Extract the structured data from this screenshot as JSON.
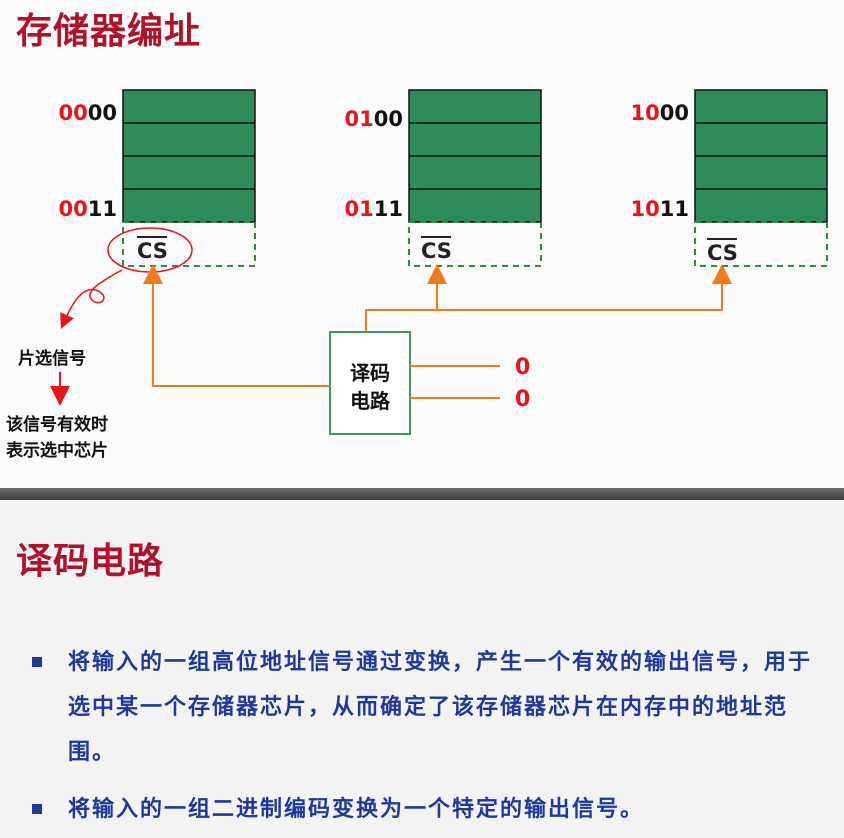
{
  "section1": {
    "title": "存储器编址"
  },
  "chips": [
    {
      "top_prefix": "00",
      "top_suffix": "00",
      "bottom_prefix": "00",
      "bottom_suffix": "11",
      "cs": "CS"
    },
    {
      "top_prefix": "01",
      "top_suffix": "00",
      "bottom_prefix": "01",
      "bottom_suffix": "11",
      "cs": "CS"
    },
    {
      "top_prefix": "10",
      "top_suffix": "00",
      "bottom_prefix": "10",
      "bottom_suffix": "11",
      "cs": "CS"
    }
  ],
  "decoder": {
    "line1": "译码",
    "line2": "电路",
    "input1": "0",
    "input2": "0"
  },
  "annotations": {
    "chip_select": "片选信号",
    "effective_line1": "该信号有效时",
    "effective_line2": "表示选中芯片"
  },
  "section2": {
    "title": "译码电路",
    "bullets": [
      "将输入的一组高位地址信号通过变换，产生一个有效的输出信号，用于选中某一个存储器芯片，从而确定了该存储器芯片在内存中的地址范围。",
      "将输入的一组二进制编码变换为一个特定的输出信号。"
    ]
  },
  "colors": {
    "title_red": "#b0122a",
    "chip_green": "#2e8b5a",
    "wire_orange": "#f07a1e",
    "decoder_border": "#3a9a5a",
    "dash_green": "#2e8b3c",
    "bullet_blue": "#1d3a9b",
    "address_red": "#e8141c"
  }
}
